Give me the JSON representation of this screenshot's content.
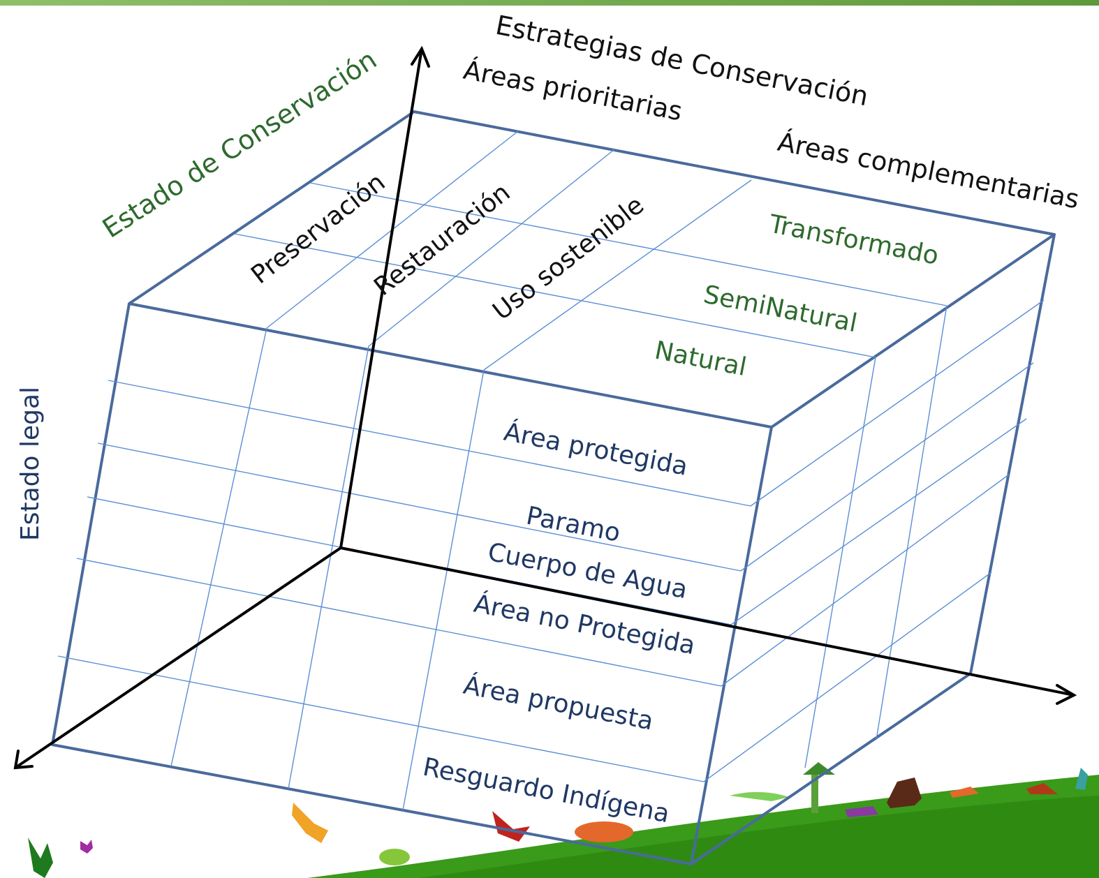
{
  "axes": {
    "conservation_status": "Estado de Conservación",
    "strategies": "Estrategias de Conservación",
    "legal_status": "Estado legal"
  },
  "strategy_labels": {
    "priority": "Áreas prioritarias",
    "complementary": "Áreas complementarias"
  },
  "top_face": [
    "Preservación",
    "Restauración",
    "Uso sostenible"
  ],
  "conservation_states": [
    "Transformado",
    "SemiNatural",
    "Natural"
  ],
  "legal_states": [
    "Área protegida",
    "Paramo",
    "Cuerpo de Agua",
    "Área no Protegida",
    "Área propuesta",
    "Resguardo Indígena"
  ],
  "colors": {
    "green_text": "#2d6a2d",
    "navy_text": "#1f3864",
    "cube_edge": "#4a6a9c",
    "grid_line": "#5b8fd6",
    "ground": "#3a9a1a"
  }
}
